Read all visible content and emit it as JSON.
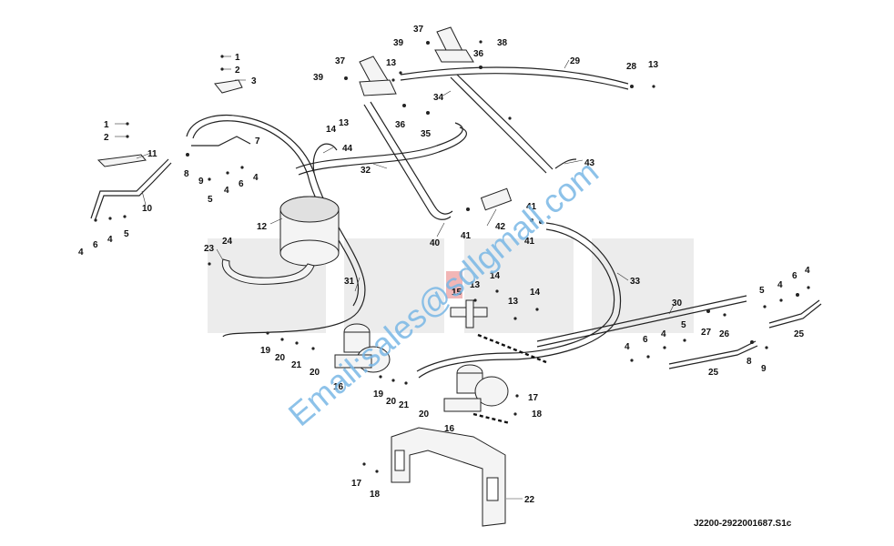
{
  "watermark": {
    "brand": "SDLG",
    "email": "Email:sales@sdlgmall.com"
  },
  "drawing_ref": "J2200-2922001687.S1c",
  "callouts": [
    "1",
    "2",
    "3",
    "4",
    "5",
    "6",
    "7",
    "8",
    "9",
    "10",
    "11",
    "12",
    "13",
    "14",
    "15",
    "16",
    "17",
    "18",
    "19",
    "20",
    "21",
    "22",
    "23",
    "24",
    "25",
    "26",
    "27",
    "28",
    "29",
    "30",
    "31",
    "32",
    "33",
    "34",
    "35",
    "36",
    "37",
    "38",
    "39",
    "40",
    "41",
    "42",
    "43",
    "44"
  ],
  "colors": {
    "line": "#222222",
    "watermark_gray": "#e9e9e9",
    "watermark_blue": "#7ab8e6",
    "fitting_red": "#d9001b"
  }
}
